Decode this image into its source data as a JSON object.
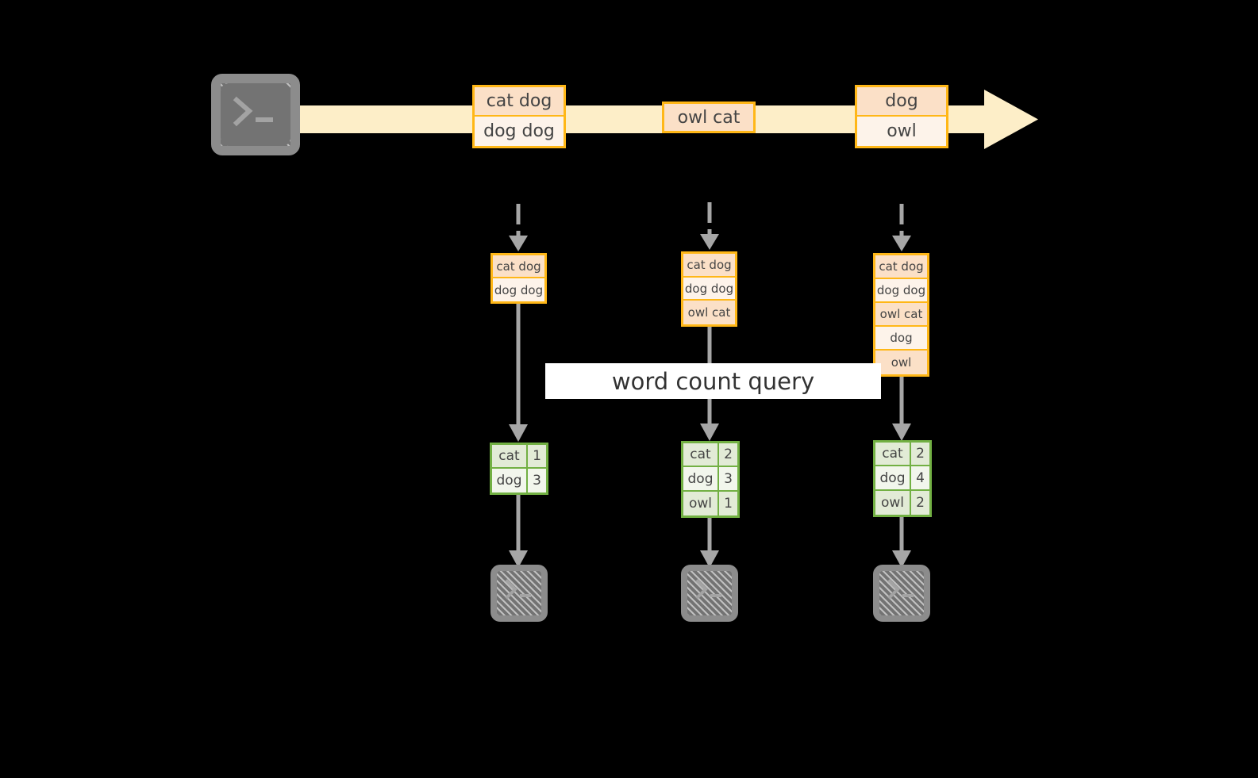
{
  "diagram": {
    "title_label": "word count query",
    "colors": {
      "background": "#000000",
      "stream_border": "#ffb717",
      "stream_fill_dark": "#fbe0c7",
      "stream_fill_light": "#fdf3ea",
      "flow_arrow_fill": "#fdeec8",
      "result_border": "#72b043",
      "result_fill_dark": "#e2ebd6",
      "result_fill_light": "#f2f6ec",
      "connector": "#a6a6a6",
      "terminal_fill": "#737373",
      "banner_fill": "#ffffff"
    },
    "source": {
      "icon": "terminal-icon",
      "glyph": ">_"
    },
    "timeline": {
      "arrow_icon": "right-arrow-icon",
      "events": [
        {
          "name": "event-group-1",
          "lines": [
            {
              "text": "cat dog",
              "shade": "dark"
            },
            {
              "text": "dog dog",
              "shade": "light"
            }
          ]
        },
        {
          "name": "event-group-2",
          "lines": [
            {
              "text": "owl cat",
              "shade": "dark"
            }
          ]
        },
        {
          "name": "event-group-3",
          "lines": [
            {
              "text": "dog",
              "shade": "dark"
            },
            {
              "text": "owl",
              "shade": "light"
            }
          ]
        }
      ]
    },
    "snapshots": [
      {
        "name": "snapshot-1",
        "input_arrow": "dashed-down-arrow-icon",
        "stream_lines": [
          {
            "text": "cat dog",
            "shade": "dark"
          },
          {
            "text": "dog dog",
            "shade": "light"
          }
        ],
        "query_arrow": "solid-down-arrow-icon",
        "result_rows": [
          {
            "word": "cat",
            "count": "1",
            "shade": "shadeA"
          },
          {
            "word": "dog",
            "count": "3",
            "shade": "shadeB"
          }
        ],
        "output_arrow": "solid-down-arrow-icon",
        "sink": {
          "icon": "terminal-icon",
          "glyph": ">_"
        }
      },
      {
        "name": "snapshot-2",
        "input_arrow": "dashed-down-arrow-icon",
        "stream_lines": [
          {
            "text": "cat dog",
            "shade": "dark"
          },
          {
            "text": "dog dog",
            "shade": "light"
          },
          {
            "text": "owl cat",
            "shade": "dark"
          }
        ],
        "query_arrow": "solid-down-arrow-icon",
        "result_rows": [
          {
            "word": "cat",
            "count": "2",
            "shade": "shadeA"
          },
          {
            "word": "dog",
            "count": "3",
            "shade": "shadeB"
          },
          {
            "word": "owl",
            "count": "1",
            "shade": "shadeA"
          }
        ],
        "output_arrow": "solid-down-arrow-icon",
        "sink": {
          "icon": "terminal-icon",
          "glyph": ">_"
        }
      },
      {
        "name": "snapshot-3",
        "input_arrow": "dashed-down-arrow-icon",
        "stream_lines": [
          {
            "text": "cat dog",
            "shade": "dark"
          },
          {
            "text": "dog dog",
            "shade": "light"
          },
          {
            "text": "owl cat",
            "shade": "dark"
          },
          {
            "text": "dog",
            "shade": "light"
          },
          {
            "text": "owl",
            "shade": "dark"
          }
        ],
        "query_arrow": "solid-down-arrow-icon",
        "result_rows": [
          {
            "word": "cat",
            "count": "2",
            "shade": "shadeA"
          },
          {
            "word": "dog",
            "count": "4",
            "shade": "shadeB"
          },
          {
            "word": "owl",
            "count": "2",
            "shade": "shadeA"
          }
        ],
        "output_arrow": "solid-down-arrow-icon",
        "sink": {
          "icon": "terminal-icon",
          "glyph": ">_"
        }
      }
    ]
  }
}
